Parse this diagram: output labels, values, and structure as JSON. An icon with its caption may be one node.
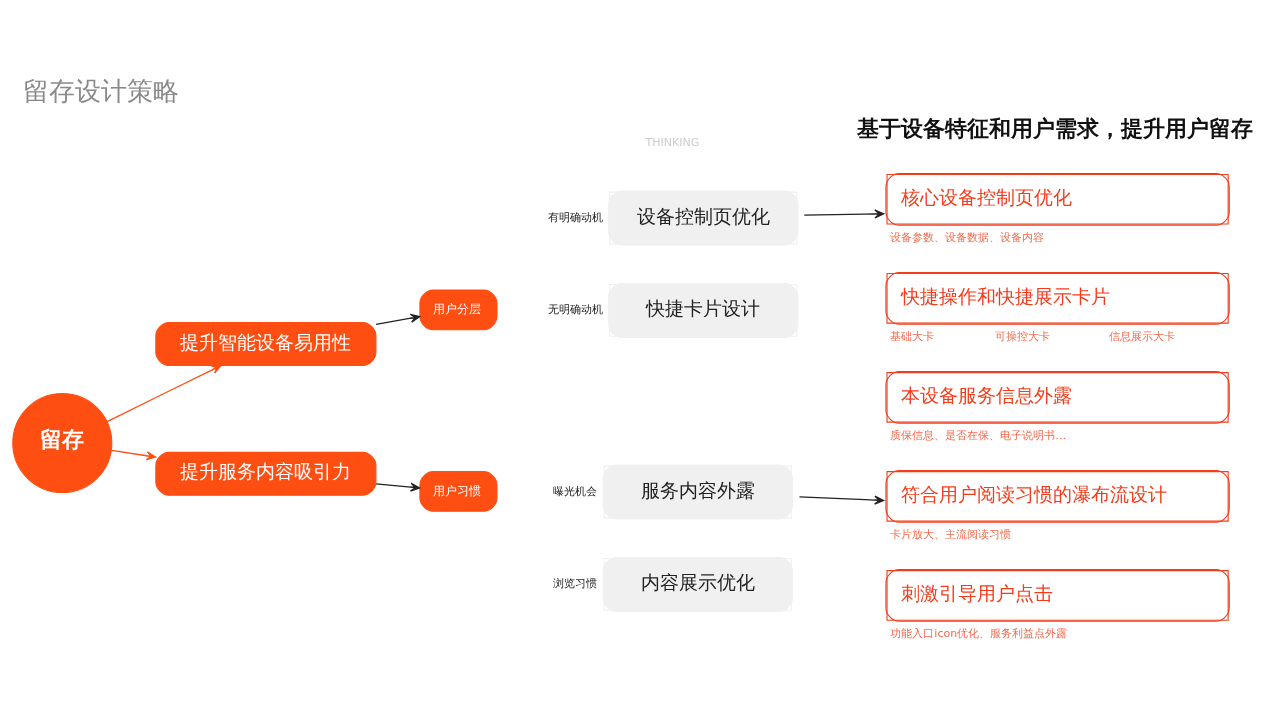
{
  "diagram": {
    "title": "留存设计策略",
    "nodes": [
      {
        "text": [
          "留存"
        ]
      },
      {
        "text": [
          "提升智能设备易用性"
        ]
      },
      {
        "text": [
          "提升服务内容吸引力"
        ]
      },
      {
        "text": [
          "用户分层"
        ]
      },
      {
        "text": [
          "设备控制页优化"
        ],
        "beside": [
          "有明确动机"
        ]
      },
      {
        "text": [
          "快捷卡片设计"
        ],
        "beside": [
          "无明确动机"
        ]
      },
      {
        "text": [
          "用户习惯"
        ]
      },
      {
        "text": [
          "服务内容外露"
        ],
        "beside": [
          "曝光机会"
        ]
      },
      {
        "text": [
          "内容展示优化"
        ],
        "beside": [
          "浏览习惯"
        ]
      },
      {
        "text": [
          "核心设备控制页优化"
        ],
        "beside": [
          "设备参数、设备数据、设备内容"
        ]
      },
      {
        "text": [
          "快捷操作和快捷展示卡片"
        ],
        "beside": [
          "基础大卡",
          "可操控大卡",
          "信息展示大卡"
        ]
      },
      {
        "text": [
          "本设备服务信息外露"
        ],
        "beside": [
          "质保信息、是否在保、电子说明书…"
        ]
      },
      {
        "text": [
          "符合用户阅读习惯的瀑布流设计"
        ],
        "beside": [
          "卡片放大、主流阅读习惯"
        ]
      },
      {
        "text": [
          "刺激引导用户点击"
        ],
        "beside": [
          "功能入口icon优化、服务利益点外露"
        ]
      }
    ],
    "edges": [
      {
        "from": 0,
        "to": 1,
        "arrow": "to",
        "color": "#ff4e12"
      },
      {
        "from": 0,
        "to": 2,
        "arrow": "to",
        "color": "#ff4e12"
      },
      {
        "from": 1,
        "to": 3,
        "arrow": "to"
      },
      {
        "from": 2,
        "to": 6,
        "arrow": "to"
      },
      {
        "from": 4,
        "to": 9,
        "arrow": "to"
      },
      {
        "from": 7,
        "to": 12,
        "arrow": "to"
      }
    ],
    "labels": [
      "基于设备特征和用户需求，提升用户留存",
      "THINKING"
    ]
  }
}
